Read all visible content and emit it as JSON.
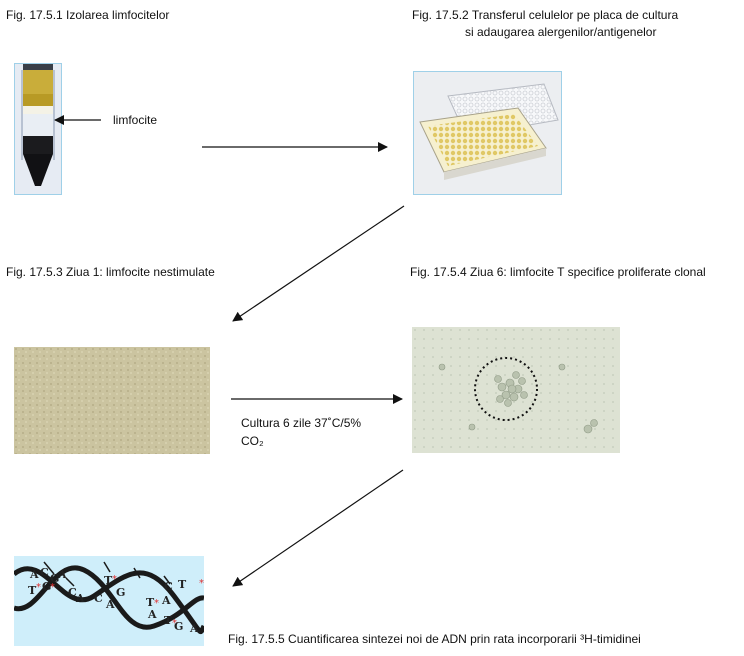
{
  "captions": {
    "fig1": "Fig. 17.5.1 Izolarea limfocitelor",
    "fig2_line1": "Fig. 17.5.2 Transferul celulelor pe placa de cultura",
    "fig2_line2": "si adaugarea alergenilor/antigenelor",
    "fig3": "Fig. 17.5.3 Ziua 1: limfocite nestimulate",
    "fig4": "Fig. 17.5.4 Ziua 6: limfocite T specifice proliferate clonal",
    "fig5": "Fig. 17.5.5 Cuantificarea sintezei noi de ADN prin rata incorporarii ³H-timidinei"
  },
  "labels": {
    "lymphocytes": "limfocite",
    "culture_line1": "Cultura 6 zile 37˚C/5%",
    "culture_line2": "CO₂"
  },
  "dna_letters": [
    "A",
    "C",
    "G",
    "A",
    "T",
    "G",
    "C",
    "A",
    "T",
    "C",
    "G",
    "A",
    "T",
    "A",
    "C",
    "T",
    "A",
    "T",
    "G",
    "A"
  ],
  "colors": {
    "star": "#e03030",
    "dna_bg": "#cfeefa",
    "plate_bg": "#f2eec4",
    "cells_bg": "#cfc8a4"
  }
}
